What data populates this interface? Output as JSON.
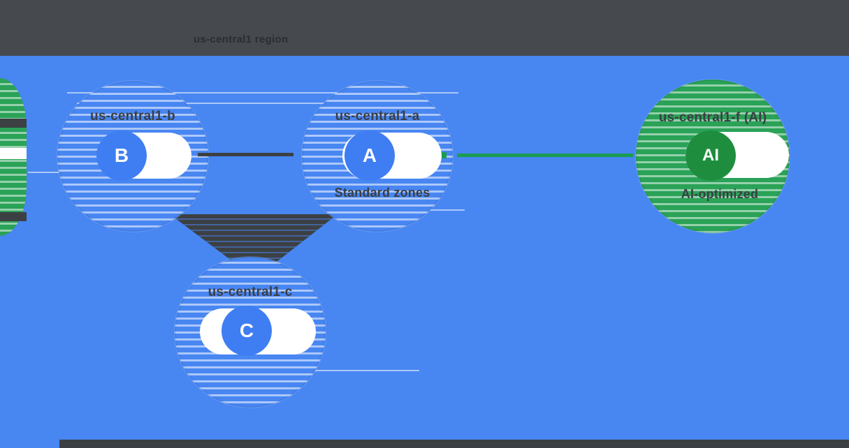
{
  "header": {
    "title": "us-central1 region"
  },
  "nodes": {
    "b": {
      "label": "us-central1-b",
      "badge": "B"
    },
    "a": {
      "label": "us-central1-a",
      "badge": "A",
      "caption": "Standard zones"
    },
    "c": {
      "label": "us-central1-c",
      "badge": "C"
    },
    "ai": {
      "label": "us-central1-f (AI)",
      "badge": "AI",
      "caption": "AI-optimized"
    }
  },
  "edges": {
    "b_to_a": {
      "style": "solid",
      "color": "#3c4043"
    },
    "a_to_ai": {
      "style": "solid",
      "color": "#1a9c52"
    },
    "upper_to_c_wedge": {
      "style": "filled-wedge",
      "color": "#3c4043"
    }
  },
  "colors": {
    "background_blue": "#4886f2",
    "badge_blue": "#3f7ef2",
    "zone_green": "#2aa257",
    "badge_green": "#1e8e3e",
    "dark_gray": "#3c4043",
    "header_bar": "#46494e",
    "card_white": "#ffffff"
  }
}
